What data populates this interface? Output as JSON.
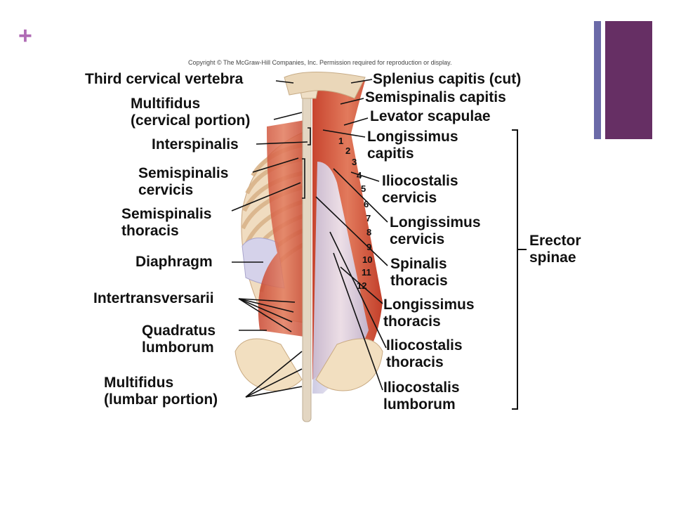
{
  "slide": {
    "plus_symbol": "+",
    "accent_colors": {
      "plus": "#b06cb5",
      "thin_bar": "#6b6aa8",
      "thick_bar": "#662f64"
    }
  },
  "figure": {
    "copyright": "Copyright © The McGraw-Hill Companies, Inc. Permission required for reproduction or display.",
    "labels_left": [
      {
        "id": "third-cervical-vertebra",
        "lines": [
          "Third cervical vertebra"
        ]
      },
      {
        "id": "multifidus-cervical",
        "lines": [
          "Multifidus",
          "(cervical portion)"
        ]
      },
      {
        "id": "interspinalis",
        "lines": [
          "Interspinalis"
        ]
      },
      {
        "id": "semispinalis-cervicis",
        "lines": [
          "Semispinalis",
          "cervicis"
        ]
      },
      {
        "id": "semispinalis-thoracis",
        "lines": [
          "Semispinalis",
          "thoracis"
        ]
      },
      {
        "id": "diaphragm",
        "lines": [
          "Diaphragm"
        ]
      },
      {
        "id": "intertransversarii",
        "lines": [
          "Intertransversarii"
        ]
      },
      {
        "id": "quadratus-lumborum",
        "lines": [
          "Quadratus",
          "lumborum"
        ]
      },
      {
        "id": "multifidus-lumbar",
        "lines": [
          "Multifidus",
          "(lumbar portion)"
        ]
      }
    ],
    "labels_right": [
      {
        "id": "splenius-capitis",
        "lines": [
          "Splenius capitis (cut)"
        ]
      },
      {
        "id": "semispinalis-capitis",
        "lines": [
          "Semispinalis capitis"
        ]
      },
      {
        "id": "levator-scapulae",
        "lines": [
          "Levator scapulae"
        ]
      },
      {
        "id": "longissimus-capitis",
        "lines": [
          "Longissimus",
          "capitis"
        ]
      },
      {
        "id": "iliocostalis-cervicis",
        "lines": [
          "Iliocostalis",
          "cervicis"
        ]
      },
      {
        "id": "longissimus-cervicis",
        "lines": [
          "Longissimus",
          "cervicis"
        ]
      },
      {
        "id": "spinalis-thoracis",
        "lines": [
          "Spinalis",
          "thoracis"
        ]
      },
      {
        "id": "longissimus-thoracis",
        "lines": [
          "Longissimus",
          "thoracis"
        ]
      },
      {
        "id": "iliocostalis-thoracis",
        "lines": [
          "Iliocostalis",
          "thoracis"
        ]
      },
      {
        "id": "iliocostalis-lumborum",
        "lines": [
          "Iliocostalis",
          "lumborum"
        ]
      }
    ],
    "group_label": {
      "id": "erector-spinae",
      "lines": [
        "Erector",
        "spinae"
      ]
    },
    "rib_numbers": [
      "1",
      "2",
      "3",
      "4",
      "5",
      "6",
      "7",
      "8",
      "9",
      "10",
      "11",
      "12"
    ]
  }
}
